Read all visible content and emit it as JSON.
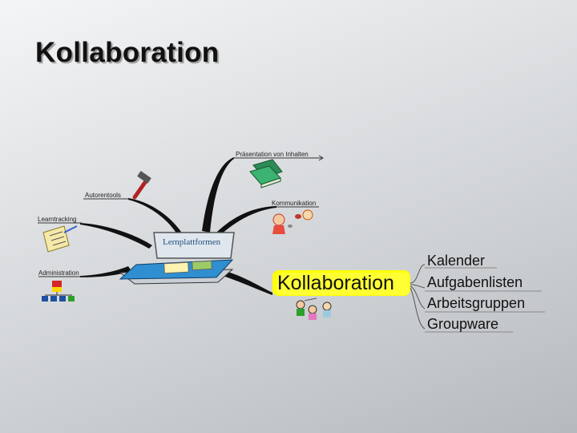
{
  "slide": {
    "title": "Kollaboration"
  },
  "mindmap": {
    "center": {
      "label": "Lernplattformen"
    },
    "branches": [
      {
        "key": "presentation",
        "label": "Präsentation von Inhalten",
        "icon": "books-icon"
      },
      {
        "key": "autorentools",
        "label": "Autorentools",
        "icon": "hammer-icon"
      },
      {
        "key": "kommunikation",
        "label": "Kommunikation",
        "icon": "talking-people-icon"
      },
      {
        "key": "learntracking",
        "label": "Learntracking",
        "icon": "checklist-icon"
      },
      {
        "key": "administration",
        "label": "Administration",
        "icon": "org-chart-icon"
      }
    ],
    "highlight": {
      "label": "Kollaboration",
      "color": "#ffff00",
      "icon": "group-people-icon",
      "items": [
        "Kalender",
        "Aufgabenlisten",
        "Arbeitsgruppen",
        "Groupware"
      ]
    }
  }
}
